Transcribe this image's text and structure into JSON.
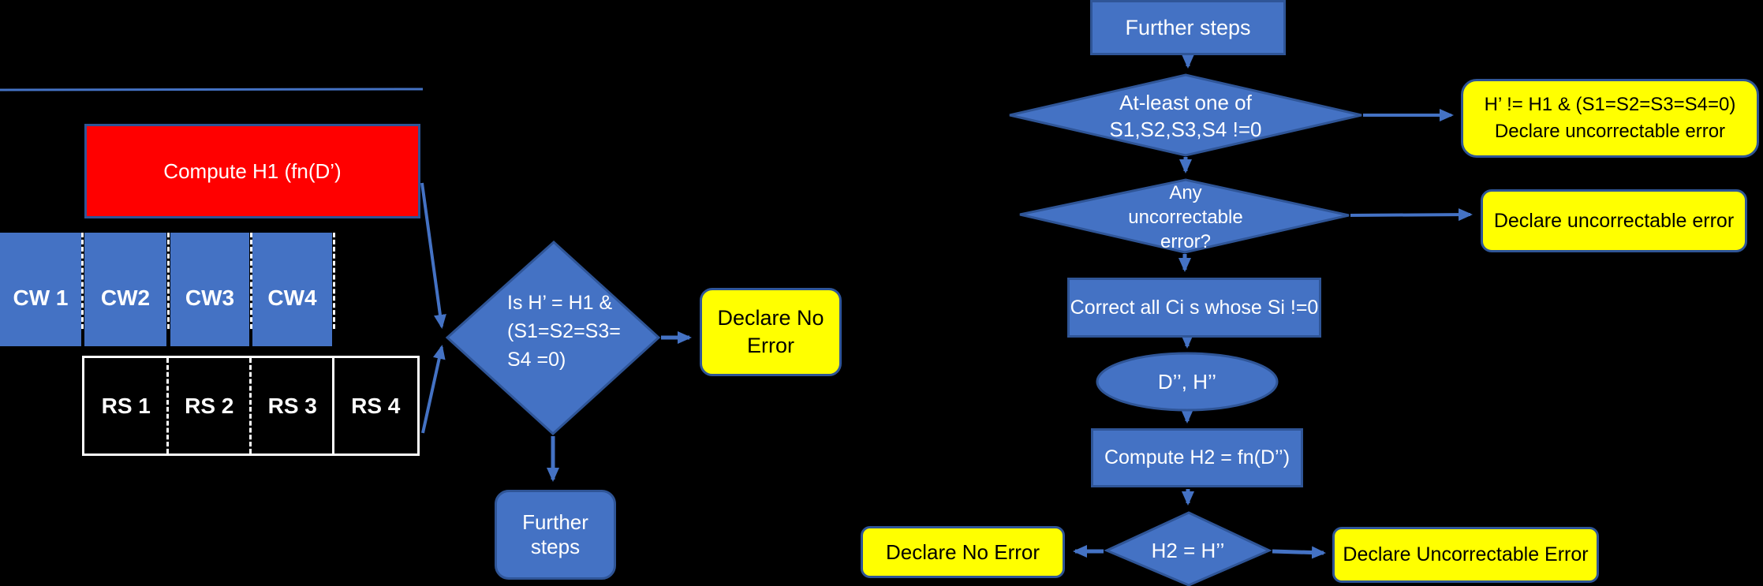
{
  "colors": {
    "background": "#000000",
    "shape_blue": "#4472C4",
    "shape_border": "#2F5597",
    "arrow_blue": "#4472C4",
    "yellow": "#FFFF00",
    "red": "#FF0000",
    "text_light": "#FFFFFF",
    "text_dark": "#000000"
  },
  "left_flow": {
    "compute_h1_label": "Compute H1 (fn(D’)",
    "cw_cells": [
      "CW 1",
      "CW2",
      "CW3",
      "CW4"
    ],
    "rs_cells": [
      "RS 1",
      "RS 2",
      "RS 3",
      "RS 4"
    ],
    "decision_label": "Is H’ = H1 &\n(S1=S2=S3=\nS4 =0)",
    "no_error_label": "Declare No\nError",
    "further_steps_label": "Further steps"
  },
  "right_flow": {
    "further_steps_label": "Further steps",
    "decision_syndrome_label": "At-least one of\nS1,S2,S3,S4 !=0",
    "uncorrectable_syndrome_label": "H’ != H1 & (S1=S2=S3=S4=0)\nDeclare uncorrectable error",
    "decision_any_error_label": "Any\nuncorrectable\nerror?",
    "uncorrectable_label": "Declare uncorrectable error",
    "correct_label": "Correct all Ci s whose Si !=0",
    "data_label": "D’’, H’’",
    "compute_h2_label": "Compute H2 = fn(D’’)",
    "decision_h2_label": "H2 = H’’",
    "no_error_label": "Declare No Error",
    "uncorrectable_final_label": "Declare Uncorrectable Error"
  }
}
